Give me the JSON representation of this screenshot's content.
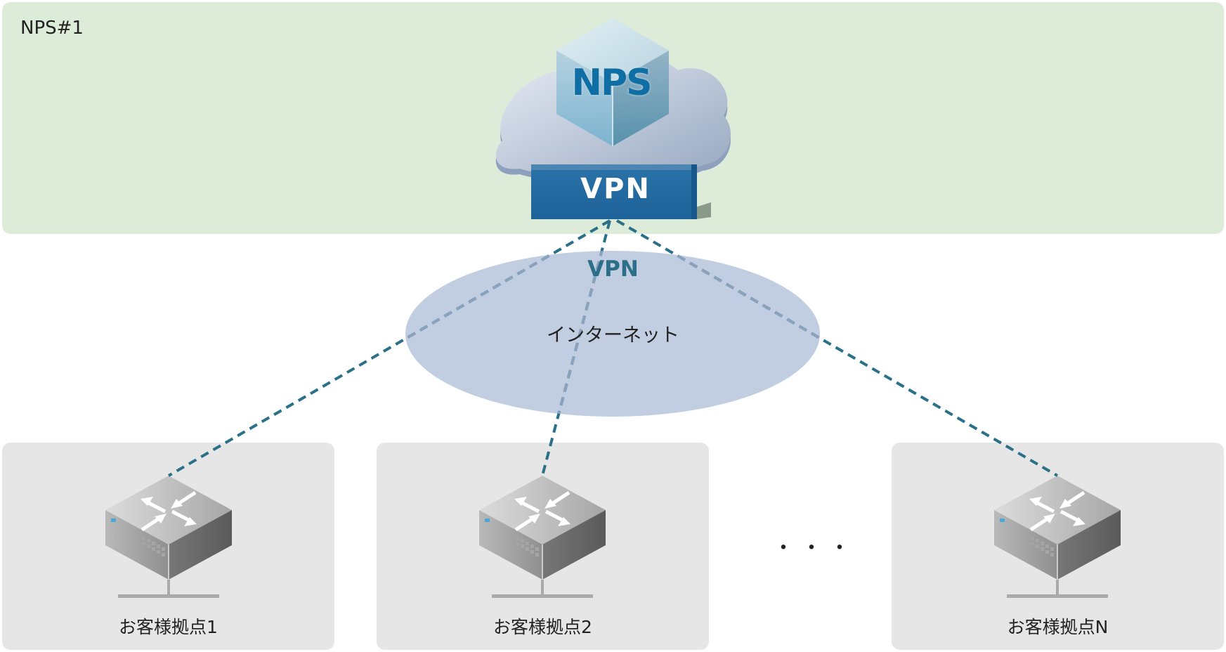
{
  "zones": {
    "nps": {
      "label": "NPS#1",
      "color": "#dcecd8"
    },
    "customer_sites": [
      {
        "label": "お客様拠点1"
      },
      {
        "label": "お客様拠点2"
      },
      {
        "label": "お客様拠点N"
      }
    ],
    "ellipsis": "・・・",
    "site_color": "#e6e6e6"
  },
  "nps_node": {
    "cube_label": "NPS",
    "vpn_gateway_label": "VPN"
  },
  "internet": {
    "label": "インターネット",
    "color": "#c1cee2"
  },
  "tunnel": {
    "label": "VPN",
    "line_color": "#2a7088"
  },
  "links": [
    {
      "from": "nps-vpn-gateway",
      "to": "router-site-1",
      "style": "dashed"
    },
    {
      "from": "nps-vpn-gateway",
      "to": "router-site-2",
      "style": "dashed"
    },
    {
      "from": "nps-vpn-gateway",
      "to": "router-site-n",
      "style": "dashed"
    }
  ]
}
